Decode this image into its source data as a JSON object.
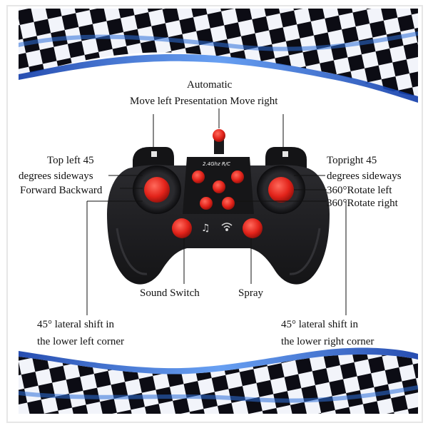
{
  "labels": {
    "automatic": "Automatic",
    "move_left_presentation_move_right": "Move left Presentation Move right",
    "top_left_1": "Top left 45",
    "top_left_2": "degrees sideways",
    "forward_backward": "Forward Backward",
    "top_right_1": "Topright 45",
    "top_right_2": "degrees sideways",
    "rotate_left": "360°Rotate left",
    "rotate_right": "360°Rotate right",
    "sound_switch": "Sound Switch",
    "spray": "Spray",
    "lower_left_1": "45° lateral shift in",
    "lower_left_2": "the lower left corner",
    "lower_right_1": "45° lateral shift in",
    "lower_right_2": "the lower right corner"
  },
  "controller": {
    "band_text": "2.4Ghz R/C"
  },
  "colors": {
    "accent_red": "#e2231a",
    "body": "#1c1c1e",
    "flag_blue": "#2e6fd8"
  },
  "icons": [
    "music-note-icon",
    "wifi-signal-icon"
  ]
}
